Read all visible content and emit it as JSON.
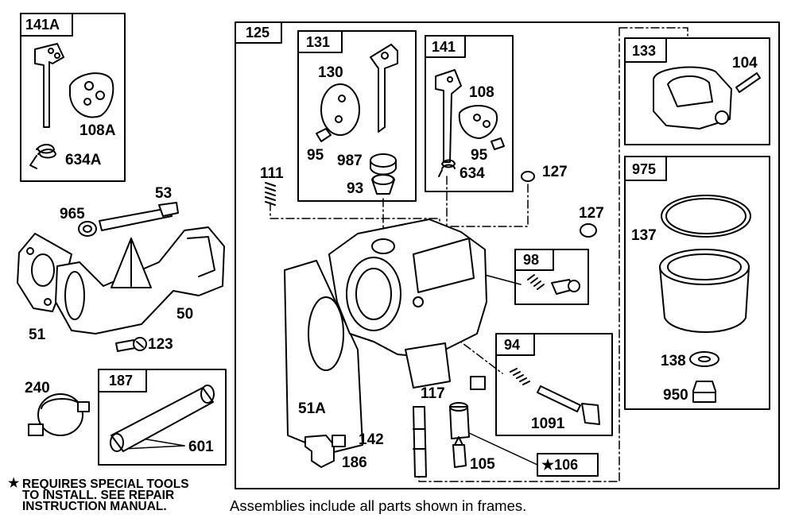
{
  "frames": {
    "f141a": "141A",
    "f125": "125",
    "f131": "131",
    "f141": "141",
    "f133": "133",
    "f975": "975",
    "f98": "98",
    "f94": "94",
    "f187": "187",
    "f106": "106"
  },
  "parts": {
    "p108a": "108A",
    "p634a": "634A",
    "p53": "53",
    "p965": "965",
    "p50": "50",
    "p51": "51",
    "p123": "123",
    "p240": "240",
    "p601": "601",
    "p111": "111",
    "p130": "130",
    "p95a": "95",
    "p987": "987",
    "p93": "93",
    "p108": "108",
    "p95b": "95",
    "p634": "634",
    "p127a": "127",
    "p127b": "127",
    "p104": "104",
    "p137": "137",
    "p138": "138",
    "p950": "950",
    "p51a": "51A",
    "p142": "142",
    "p186": "186",
    "p117": "117",
    "p105": "105",
    "p1091": "1091"
  },
  "special_marker": "★",
  "note_lines": [
    "REQUIRES SPECIAL TOOLS",
    "TO INSTALL.  SEE REPAIR",
    "INSTRUCTION MANUAL."
  ],
  "footer": "Assemblies include all parts shown in frames."
}
